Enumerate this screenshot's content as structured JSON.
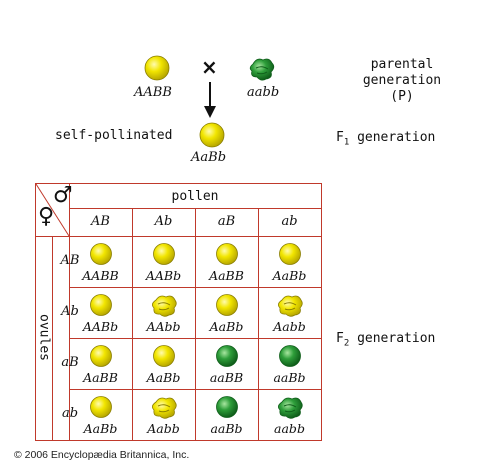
{
  "parents": {
    "left_genotype": "AABB",
    "right_genotype": "aabb",
    "cross_symbol": "×"
  },
  "labels": {
    "parental": [
      "parental",
      "generation",
      "(P)"
    ],
    "f1_label": "F",
    "f1_sub": "1",
    "f1_suffix": " generation",
    "f2_label": "F",
    "f2_sub": "2",
    "f2_suffix": " generation",
    "self_pollinated": "self-pollinated",
    "f1_genotype": "AaBb",
    "pollen": "pollen",
    "ovules": "ovules",
    "male_symbol": "♂",
    "female_symbol": "♀"
  },
  "punnett": {
    "columns": [
      "AB",
      "Ab",
      "aB",
      "ab"
    ],
    "rows": [
      "AB",
      "Ab",
      "aB",
      "ab"
    ],
    "cells": [
      [
        {
          "g": "AABB",
          "color": "yellow",
          "shape": "round"
        },
        {
          "g": "AABb",
          "color": "yellow",
          "shape": "round"
        },
        {
          "g": "AaBB",
          "color": "yellow",
          "shape": "round"
        },
        {
          "g": "AaBb",
          "color": "yellow",
          "shape": "round"
        }
      ],
      [
        {
          "g": "AABb",
          "color": "yellow",
          "shape": "round"
        },
        {
          "g": "AAbb",
          "color": "yellow",
          "shape": "wrinkled"
        },
        {
          "g": "AaBb",
          "color": "yellow",
          "shape": "round"
        },
        {
          "g": "Aabb",
          "color": "yellow",
          "shape": "wrinkled"
        }
      ],
      [
        {
          "g": "AaBB",
          "color": "yellow",
          "shape": "round"
        },
        {
          "g": "AaBb",
          "color": "yellow",
          "shape": "round"
        },
        {
          "g": "aaBB",
          "color": "green",
          "shape": "round"
        },
        {
          "g": "aaBb",
          "color": "green",
          "shape": "round"
        }
      ],
      [
        {
          "g": "AaBb",
          "color": "yellow",
          "shape": "round"
        },
        {
          "g": "Aabb",
          "color": "yellow",
          "shape": "wrinkled"
        },
        {
          "g": "aaBb",
          "color": "green",
          "shape": "round"
        },
        {
          "g": "aabb",
          "color": "green",
          "shape": "wrinkled"
        }
      ]
    ]
  },
  "colors": {
    "yellow_fill": "#f2e600",
    "yellow_dark": "#b8a800",
    "green_fill": "#2e9e3a",
    "green_dark": "#0f5e1a",
    "grid": "#c0392b"
  },
  "copyright": "© 2006 Encyclopædia Britannica, Inc."
}
